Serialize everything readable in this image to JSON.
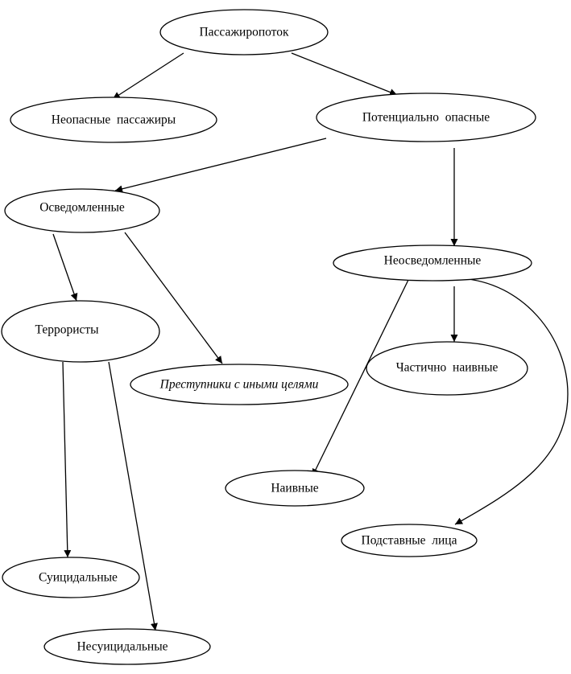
{
  "nodes": [
    {
      "id": "passenger_flow",
      "label": "Пассажиропоток",
      "italic": false
    },
    {
      "id": "safe",
      "label": "Неопасные  пассажиры",
      "italic": false
    },
    {
      "id": "potential",
      "label": "Потенциально  опасные",
      "italic": false
    },
    {
      "id": "informed",
      "label": "Осведомленные",
      "italic": false
    },
    {
      "id": "uninformed",
      "label": "Неосведомленные",
      "italic": false
    },
    {
      "id": "terrorists",
      "label": "Террористы",
      "italic": false
    },
    {
      "id": "criminals",
      "label": "Преступники с иными целями",
      "italic": true
    },
    {
      "id": "partly_naive",
      "label": "Частично  наивные",
      "italic": false
    },
    {
      "id": "naive",
      "label": "Наивные",
      "italic": false
    },
    {
      "id": "proxies",
      "label": "Подставные  лица",
      "italic": false
    },
    {
      "id": "suicidal",
      "label": "Суицидальные",
      "italic": false
    },
    {
      "id": "non_suicidal",
      "label": "Несуицидальные",
      "italic": false
    }
  ],
  "edges": [
    {
      "from": "passenger_flow",
      "to": "safe"
    },
    {
      "from": "passenger_flow",
      "to": "potential"
    },
    {
      "from": "potential",
      "to": "informed"
    },
    {
      "from": "potential",
      "to": "uninformed"
    },
    {
      "from": "informed",
      "to": "terrorists"
    },
    {
      "from": "informed",
      "to": "criminals"
    },
    {
      "from": "uninformed",
      "to": "partly_naive"
    },
    {
      "from": "uninformed",
      "to": "naive"
    },
    {
      "from": "uninformed",
      "to": "proxies"
    },
    {
      "from": "terrorists",
      "to": "suicidal"
    },
    {
      "from": "terrorists",
      "to": "non_suicidal"
    }
  ],
  "colors": {
    "stroke": "#000000",
    "fill": "#ffffff",
    "background": "#ffffff"
  }
}
